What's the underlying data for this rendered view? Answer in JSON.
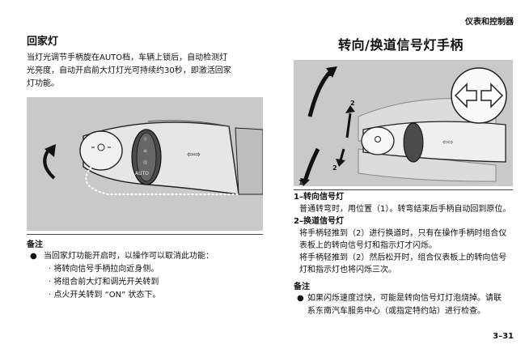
{
  "header": {
    "section": "仪表和控制器"
  },
  "left": {
    "title": "回家灯",
    "paragraph": [
      "当灯光调节手柄旋在AUTO档，车辆上锁后，自动检测灯",
      "光亮度，自动开启前大灯灯光可持续约30秒，即激活回家",
      "灯功能。"
    ],
    "note_label": "备注",
    "bullet": "●",
    "note_intro": "当回家灯功能开启时，以操作可以取消此功能：",
    "note_items": [
      "· 将转向信号手柄拉向近身侧。",
      "· 将组合前大灯和调光开关转到",
      "· 点火开关转到 “ON” 状态下。"
    ],
    "switch_label": "AUTO"
  },
  "right": {
    "title": "转向/换道信号灯手柄",
    "arrow_labels": [
      "1",
      "2",
      "2",
      "1"
    ],
    "items": [
      {
        "heading": "1–转向信号灯",
        "lines": [
          "普通转弯时，用位置（1）。转弯结束后手柄自动回到原位。"
        ]
      },
      {
        "heading": "2–换道信号灯",
        "lines": [
          "将手柄轻推到（2）进行换道时，只有在操作手柄时组合仪",
          "表板上的转向信号灯和指示灯才闪烁。",
          "将手柄轻推到（2）然后松开时，组合仪表板上的转向信号",
          "灯和指示灯也将闪烁三次。"
        ]
      }
    ],
    "note_label": "备注",
    "bullet": "●",
    "note_lines": [
      "如果闪烁速度过快，可能是转向信号灯灯泡烧掉。请联",
      "系东南汽车服务中心（或指定特约站）进行检查。"
    ]
  },
  "footer": {
    "page_number": "3–31"
  }
}
